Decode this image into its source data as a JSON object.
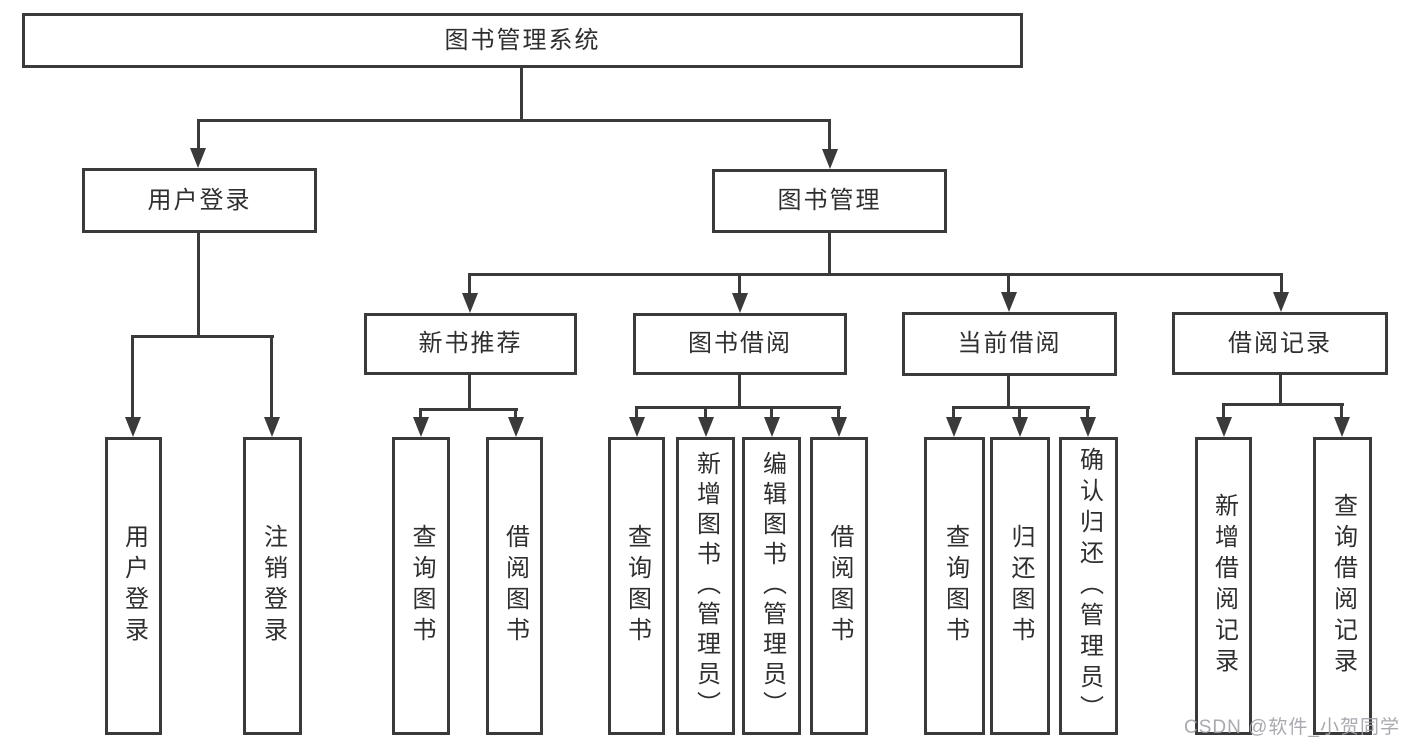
{
  "tree": {
    "root": {
      "label": "图书管理系统"
    },
    "branches": [
      {
        "label": "用户登录",
        "children": [
          {
            "label": "用户登录"
          },
          {
            "label": "注销登录"
          }
        ]
      },
      {
        "label": "图书管理",
        "sections": [
          {
            "label": "新书推荐",
            "children": [
              {
                "label": "查询图书"
              },
              {
                "label": "借阅图书"
              }
            ]
          },
          {
            "label": "图书借阅",
            "children": [
              {
                "label": "查询图书"
              },
              {
                "label": "新增图书（管理员）"
              },
              {
                "label": "编辑图书（管理员）"
              },
              {
                "label": "借阅图书"
              }
            ]
          },
          {
            "label": "当前借阅",
            "children": [
              {
                "label": "查询图书"
              },
              {
                "label": "归还图书"
              },
              {
                "label": "确认归还（管理员）"
              }
            ]
          },
          {
            "label": "借阅记录",
            "children": [
              {
                "label": "新增借阅记录"
              },
              {
                "label": "查询借阅记录"
              }
            ]
          }
        ]
      }
    ]
  },
  "watermark": "CSDN @软件_小贺同学",
  "colors": {
    "border": "#3a3a3a",
    "text": "#2f2f2f",
    "watermark": "#a0a0a8",
    "background": "#ffffff"
  }
}
